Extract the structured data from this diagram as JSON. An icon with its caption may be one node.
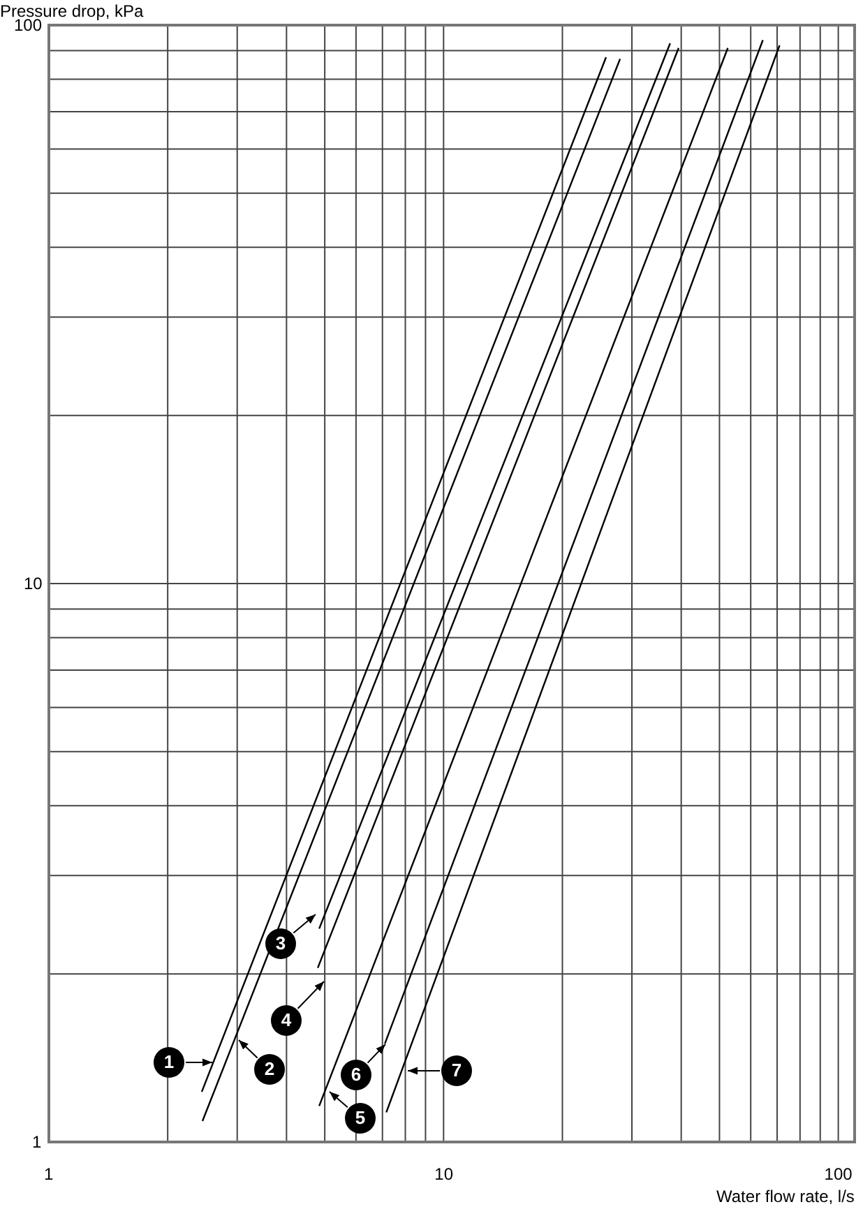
{
  "diagram": {
    "nodes": [
      {
        "text": [
          "1"
        ]
      },
      {
        "text": [
          "2"
        ]
      },
      {
        "text": [
          "3"
        ]
      },
      {
        "text": [
          "4"
        ]
      },
      {
        "text": [
          "5"
        ]
      },
      {
        "text": [
          "6"
        ]
      },
      {
        "text": [
          "7"
        ]
      }
    ],
    "edges": [
      {
        "from": 0,
        "to": null,
        "arrow": "to"
      },
      {
        "from": 1,
        "to": null,
        "arrow": "to"
      },
      {
        "from": 2,
        "to": null,
        "arrow": "to"
      },
      {
        "from": 3,
        "to": null,
        "arrow": "to"
      },
      {
        "from": 4,
        "to": null,
        "arrow": "to"
      },
      {
        "from": 5,
        "to": null,
        "arrow": "to"
      },
      {
        "from": 6,
        "to": null,
        "arrow": "to"
      }
    ],
    "labels": [
      "Pressure drop, kPa",
      "100",
      "10",
      "1",
      "1",
      "10",
      "100",
      "Water flow rate, l/s"
    ]
  }
}
